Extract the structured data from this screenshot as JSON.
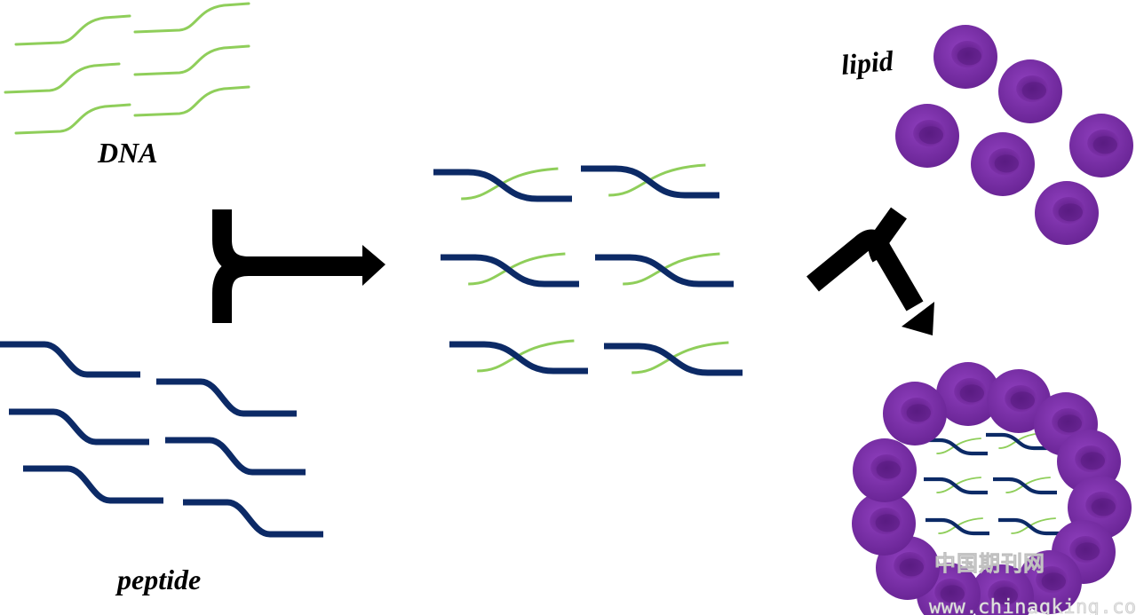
{
  "labels": {
    "dna": "DNA",
    "peptide": "peptide",
    "lipid": "lipid"
  },
  "watermark": {
    "chinese": "中国期刊网",
    "url": "www.chinaqking.com"
  },
  "colors": {
    "dna_strand": "#8fce5a",
    "peptide_strand": "#0c2a66",
    "lipid": "#7a2fa6",
    "lipid_core": "#5a1c82",
    "arrow": "#000000",
    "label": "#000000"
  }
}
